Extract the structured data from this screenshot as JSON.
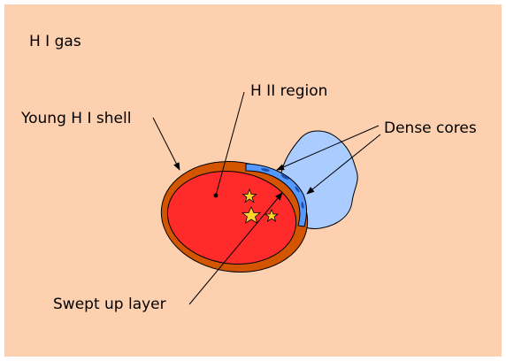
{
  "colors": {
    "background": "#fdd1b0",
    "hii_region": "#ff2b2b",
    "shell": "#d45500",
    "dense_cloud": "#aaccff",
    "swept_layer": "#5599ff",
    "stars": "#ffd42a",
    "outline": "#000000"
  },
  "labels": {
    "hi_gas": "H I gas",
    "hii_region": "H II region",
    "young_shell": "Young H I shell",
    "dense_cores": "Dense cores",
    "swept_up_layer": "Swept up layer"
  },
  "icons": {
    "stars": "star-icon"
  }
}
